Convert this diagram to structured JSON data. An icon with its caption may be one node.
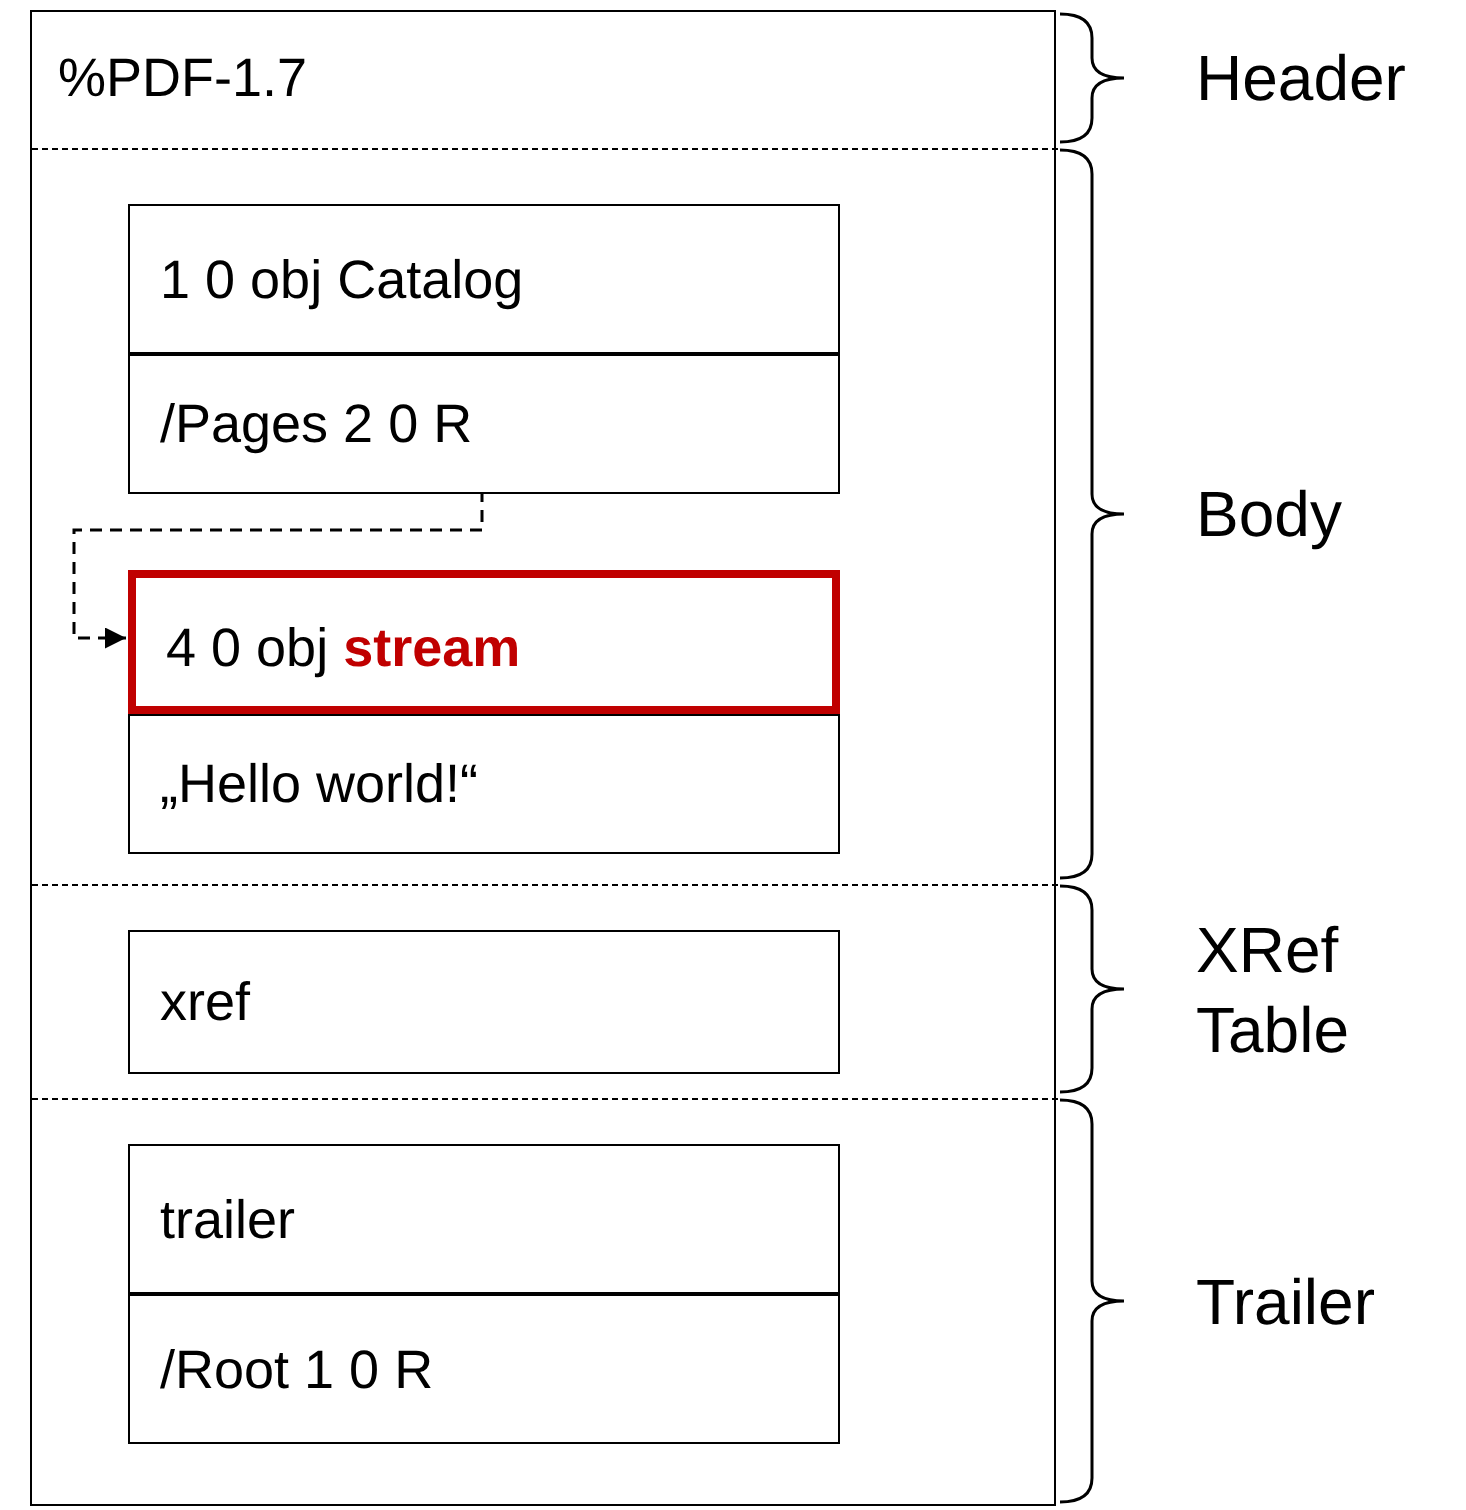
{
  "diagram": {
    "nodes": [
      {
        "text": [],
        "shape": "box"
      },
      {
        "text": [
          "%PDF-1.7"
        ],
        "in": 0
      },
      {
        "text": [],
        "shape": "box",
        "in": 0
      },
      {
        "text": [
          "1 0 obj Catalog"
        ],
        "in": 2
      },
      {
        "text": [
          "/Pages 2 0 R"
        ],
        "in": 2
      },
      {
        "text": [
          "4 0 obj **stream**"
        ],
        "in": 2
      },
      {
        "text": [
          "„Hello world!“"
        ],
        "in": 2
      },
      {
        "text": [],
        "shape": "box",
        "in": 0
      },
      {
        "text": [
          "xref"
        ],
        "in": 7
      },
      {
        "text": [],
        "shape": "box",
        "in": 0
      },
      {
        "text": [
          "trailer"
        ],
        "in": 9
      },
      {
        "text": [
          "/Root 1 0 R"
        ],
        "in": 9
      }
    ],
    "edges": [
      {
        "from": 4,
        "to": 5,
        "arrow": "to",
        "style": "dashed"
      }
    ],
    "labels": [
      "Header",
      "Body",
      "XRef Table",
      "Trailer"
    ]
  }
}
